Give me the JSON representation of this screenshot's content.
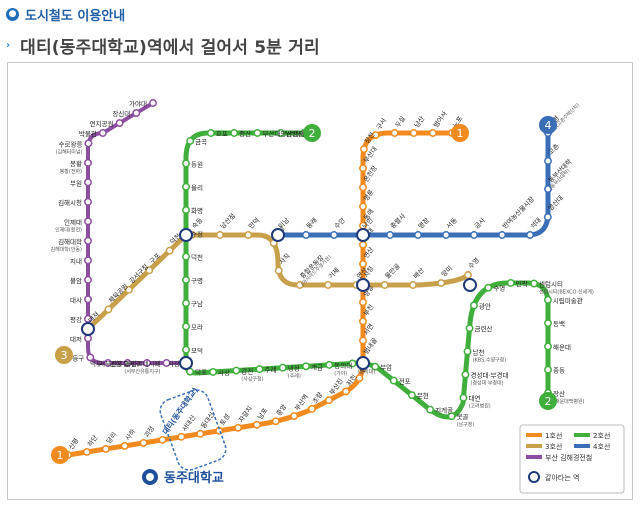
{
  "header": {
    "title": "도시철도 이용안내",
    "icon": "info-circle-icon"
  },
  "subtitle": {
    "title": "대티(동주대학교)역에서 걸어서 5분 거리",
    "icon": "chevron-right-icon"
  },
  "colors": {
    "line1": "#f18a1f",
    "line2": "#3fae3b",
    "line3": "#c8a04a",
    "line4": "#3a6fb7",
    "bgl": "#8b4ea0",
    "transfer": "#1e3a7a"
  },
  "line_badges": {
    "line1": "1",
    "line2": "2",
    "line3": "3",
    "line4": "4"
  },
  "line1": [
    "노포",
    "범어사",
    "남산",
    "두실",
    "구서",
    "장전",
    "부산대",
    "온천장",
    "명륜",
    "동래",
    "교대",
    "연산",
    "시청",
    "양정",
    "부전",
    "서면",
    "범내골",
    "범일",
    "좌천",
    "부산진",
    "초량",
    "부산역",
    "중앙",
    "남포",
    "자갈치",
    "토성",
    "동대신",
    "서대신",
    "대티(동주대학교)",
    "괴정",
    "사하",
    "당리",
    "하단",
    "신평"
  ],
  "line2": [
    "양산",
    "남양산",
    "부산대양산캠퍼스",
    "증산",
    "호포",
    "금곡",
    "동원",
    "율리",
    "화명",
    "수정",
    "덕천",
    "구명",
    "구남",
    "모라",
    "모덕",
    "덕포",
    "사상",
    "감전",
    "주례",
    "냉정",
    "개금",
    "동의대",
    "가야",
    "부암",
    "전포",
    "문현",
    "지게골",
    "못골",
    "대연",
    "경성대·부경대",
    "남천",
    "금련산",
    "광안",
    "수영",
    "민락",
    "센텀시티",
    "시립미술관",
    "동백",
    "해운대",
    "중동",
    "장산"
  ],
  "line2_sub": {
    "감전": "(사상구청)",
    "냉정": "(주례)",
    "동의대": "(가야)",
    "가야": "(동의대)",
    "대연": "(고려병원)",
    "남천": "(KBS,수영구청)",
    "못골": "(남구청)",
    "경성대·부경대": "(경성대·부경대)",
    "센텀시티": "센텀시티(BEXCO·신세계)",
    "장산": "(해운대백병원)"
  },
  "line3": [
    "수영",
    "망미",
    "배산",
    "물만골",
    "연산",
    "거제",
    "종합운동장",
    "사직",
    "미남",
    "만덕",
    "남산정",
    "숙등",
    "덕천",
    "구포",
    "강서구청",
    "체육공원",
    "대저"
  ],
  "line3_sub": {
    "종합운동장": "(아시아드주경기장)"
  },
  "line4": [
    "미남",
    "동래",
    "수안",
    "낙민",
    "충렬사",
    "명장",
    "서동",
    "금사",
    "반여농산물시장",
    "석대",
    "영산대",
    "동부산대학",
    "고촌",
    "안평"
  ],
  "line4_sub": {
    "동부산대학": "(동부산대학)",
    "안평": "안평(고촌주택단지)"
  },
  "bgl": [
    "사상",
    "괘법르네시떼",
    "서부산유통지구",
    "공항",
    "덕두",
    "등구",
    "대저",
    "평강",
    "대사",
    "불암",
    "지내",
    "김해대학",
    "인제대",
    "김해시청",
    "부원",
    "봉황",
    "수로왕릉",
    "박물관",
    "연지공원",
    "장신대",
    "가야대"
  ],
  "bgl_sub": {
    "인제대": "인제대(활천)",
    "김해대학": "김해대학(안동)",
    "봉황": "봉황(전하)",
    "수로왕릉": "(김해터미널)",
    "괘법르네시떼": "(서부산유통지구)"
  },
  "legend": {
    "line1": "1호선",
    "line2": "2호선",
    "line3": "3호선",
    "line4": "4호선",
    "bgl": "부산 김해경전철",
    "transfer": "갈아타는 역"
  },
  "logo": {
    "name": "동주대학교",
    "icon": "dongju-emblem-icon"
  }
}
